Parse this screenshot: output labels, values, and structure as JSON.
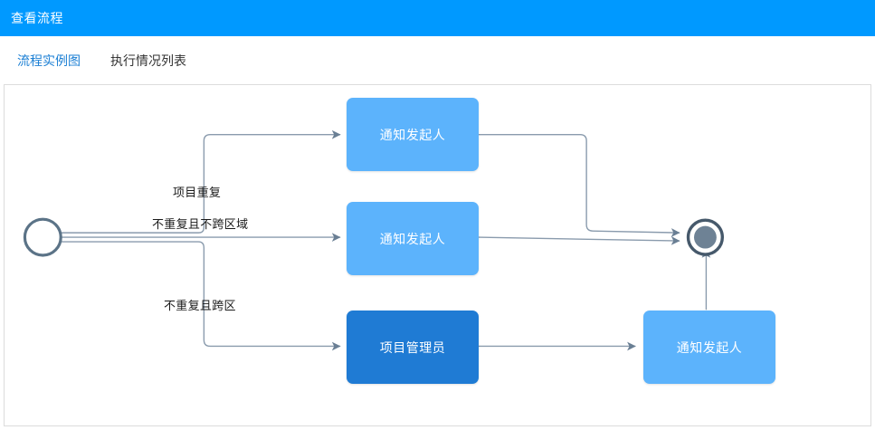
{
  "window": {
    "title": "查看流程",
    "title_bar_color": "#0099ff"
  },
  "tabs": {
    "active_index": 0,
    "accent_color": "#1b7fd4",
    "items": [
      {
        "label": "流程实例图"
      },
      {
        "label": "执行情况列表"
      }
    ]
  },
  "diagram": {
    "colors": {
      "task_light": "#5cb3fc",
      "task_dark": "#1f7bd4",
      "connector": "#6a7f94",
      "event_stroke": "#5b7387",
      "label_text": "#1a1a1a"
    },
    "nodes": [
      {
        "id": "start",
        "type": "start-event",
        "label": ""
      },
      {
        "id": "notify-top",
        "type": "task",
        "label": "通知发起人",
        "style": "light"
      },
      {
        "id": "notify-mid",
        "type": "task",
        "label": "通知发起人",
        "style": "light"
      },
      {
        "id": "pm",
        "type": "task",
        "label": "项目管理员",
        "style": "dark"
      },
      {
        "id": "notify-br",
        "type": "task",
        "label": "通知发起人",
        "style": "light"
      },
      {
        "id": "end",
        "type": "end-event",
        "label": ""
      }
    ],
    "edges": [
      {
        "from": "start",
        "to": "notify-top",
        "label": "项目重复"
      },
      {
        "from": "start",
        "to": "notify-mid",
        "label": "不重复且不跨区域"
      },
      {
        "from": "start",
        "to": "pm",
        "label": "不重复且跨区"
      },
      {
        "from": "notify-top",
        "to": "end",
        "label": ""
      },
      {
        "from": "notify-mid",
        "to": "end",
        "label": ""
      },
      {
        "from": "pm",
        "to": "notify-br",
        "label": ""
      },
      {
        "from": "notify-br",
        "to": "end",
        "label": ""
      }
    ]
  }
}
